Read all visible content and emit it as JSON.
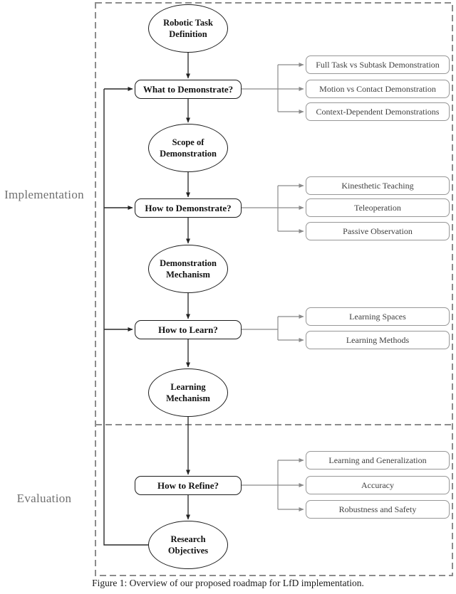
{
  "figure": {
    "caption": "Figure 1: Overview of our proposed roadmap for LfD implementation."
  },
  "sections": {
    "implementation": {
      "label": "Implementation"
    },
    "evaluation": {
      "label": "Evaluation"
    }
  },
  "flow": {
    "ellipses": {
      "task": "Robotic Task Definition",
      "scope": "Scope of Demonstration",
      "demo_mech": "Demonstration Mechanism",
      "learn_mech": "Learning Mechanism",
      "objectives": "Research Objectives"
    },
    "questions": {
      "what": "What to Demonstrate?",
      "how_demo": "How to Demonstrate?",
      "how_learn": "How to Learn?",
      "how_refine": "How to Refine?"
    }
  },
  "branches": {
    "what": [
      "Full Task vs Subtask Demonstration",
      "Motion vs Contact Demonstration",
      "Context-Dependent Demonstrations"
    ],
    "how_demo": [
      "Kinesthetic Teaching",
      "Teleoperation",
      "Passive Observation"
    ],
    "how_learn": [
      "Learning Spaces",
      "Learning Methods"
    ],
    "how_refine": [
      "Learning and Generalization",
      "Accuracy",
      "Robustness and Safety"
    ]
  },
  "colors": {
    "node_border": "#1c1c1c",
    "branch_border": "#979797",
    "wire_gray": "#8a8a8a",
    "wire_black": "#222222",
    "dashed_frame": "#8c8c8c",
    "section_label_text": "#6f6f6f",
    "branch_text": "#404040"
  }
}
